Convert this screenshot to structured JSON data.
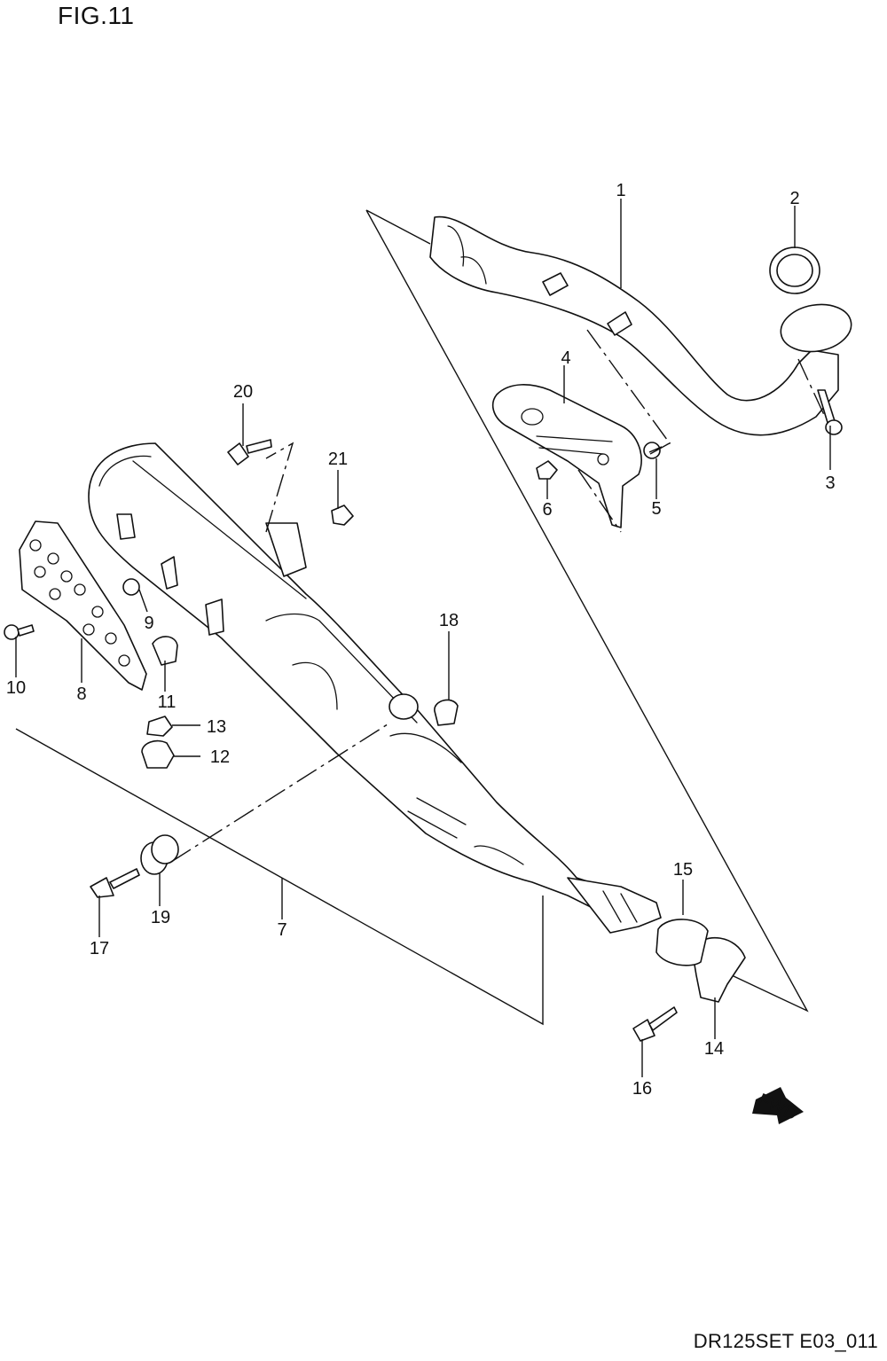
{
  "figure": {
    "title": "FIG.11",
    "drawing_code": "DR125SET E03_011",
    "forward_badge": "FWD"
  },
  "callouts": [
    {
      "id": "c1",
      "text": "1"
    },
    {
      "id": "c2",
      "text": "2"
    },
    {
      "id": "c3",
      "text": "3"
    },
    {
      "id": "c4",
      "text": "4"
    },
    {
      "id": "c5",
      "text": "5"
    },
    {
      "id": "c6",
      "text": "6"
    },
    {
      "id": "c7",
      "text": "7"
    },
    {
      "id": "c8",
      "text": "8"
    },
    {
      "id": "c9",
      "text": "9"
    },
    {
      "id": "c10",
      "text": "10"
    },
    {
      "id": "c11",
      "text": "11"
    },
    {
      "id": "c12",
      "text": "12"
    },
    {
      "id": "c13",
      "text": "13"
    },
    {
      "id": "c14",
      "text": "14"
    },
    {
      "id": "c15",
      "text": "15"
    },
    {
      "id": "c16",
      "text": "16"
    },
    {
      "id": "c17",
      "text": "17"
    },
    {
      "id": "c18",
      "text": "18"
    },
    {
      "id": "c19",
      "text": "19"
    },
    {
      "id": "c20",
      "text": "20"
    },
    {
      "id": "c21",
      "text": "21"
    }
  ]
}
